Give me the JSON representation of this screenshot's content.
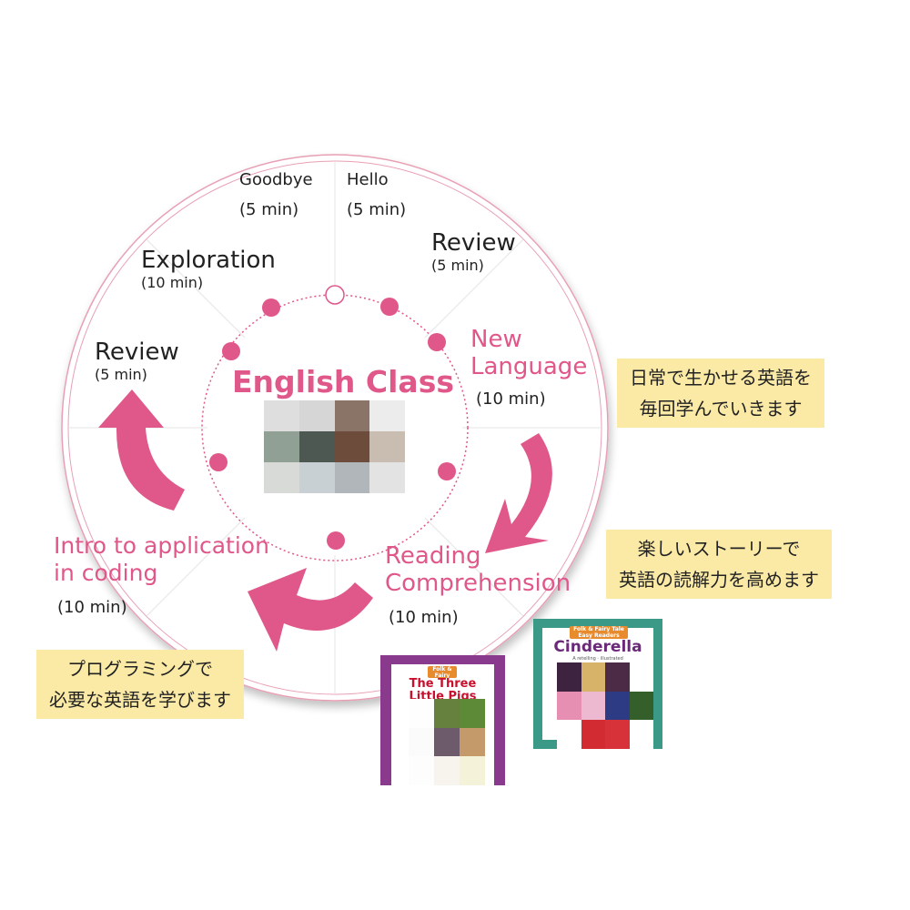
{
  "title": "English Class",
  "segments": [
    {
      "id": "hello",
      "label": "Hello",
      "duration": "(5 min)"
    },
    {
      "id": "review-1",
      "label": "Review",
      "duration": "(5 min)"
    },
    {
      "id": "new-language",
      "label_lines": [
        "New",
        "Language"
      ],
      "duration": "(10 min)"
    },
    {
      "id": "reading",
      "label_lines": [
        "Reading",
        "Comprehension"
      ],
      "duration": "(10 min)"
    },
    {
      "id": "coding",
      "label_lines": [
        "Intro to application",
        "in coding"
      ],
      "duration": "(10 min)"
    },
    {
      "id": "review-2",
      "label": "Review",
      "duration": "(5 min)"
    },
    {
      "id": "exploration",
      "label": "Exploration",
      "duration": "(10 min)"
    },
    {
      "id": "goodbye",
      "label": "Goodbye",
      "duration": "(5 min)"
    }
  ],
  "notes": [
    {
      "lines": [
        "日常で生かせる英語を",
        "毎回学んでいきます"
      ]
    },
    {
      "lines": [
        "楽しいストーリーで",
        "英語の読解力を高めます"
      ]
    },
    {
      "lines": [
        "プログラミングで",
        "必要な英語を学びます"
      ]
    }
  ],
  "books": [
    {
      "tag": "Folk & Fairy Tale Easy Readers",
      "title_lines": [
        "The Three",
        "Little Pigs"
      ],
      "border_color": "#8a3a8c"
    },
    {
      "tag": "Folk & Fairy Tale Easy Readers",
      "title": "Cinderella",
      "byline": "A retelling · illustrated",
      "border_color": "#3a9a87"
    }
  ],
  "colors": {
    "accent": "#e0578a",
    "ring": "#e8a0b4",
    "note_bg": "#fbeaa6"
  }
}
